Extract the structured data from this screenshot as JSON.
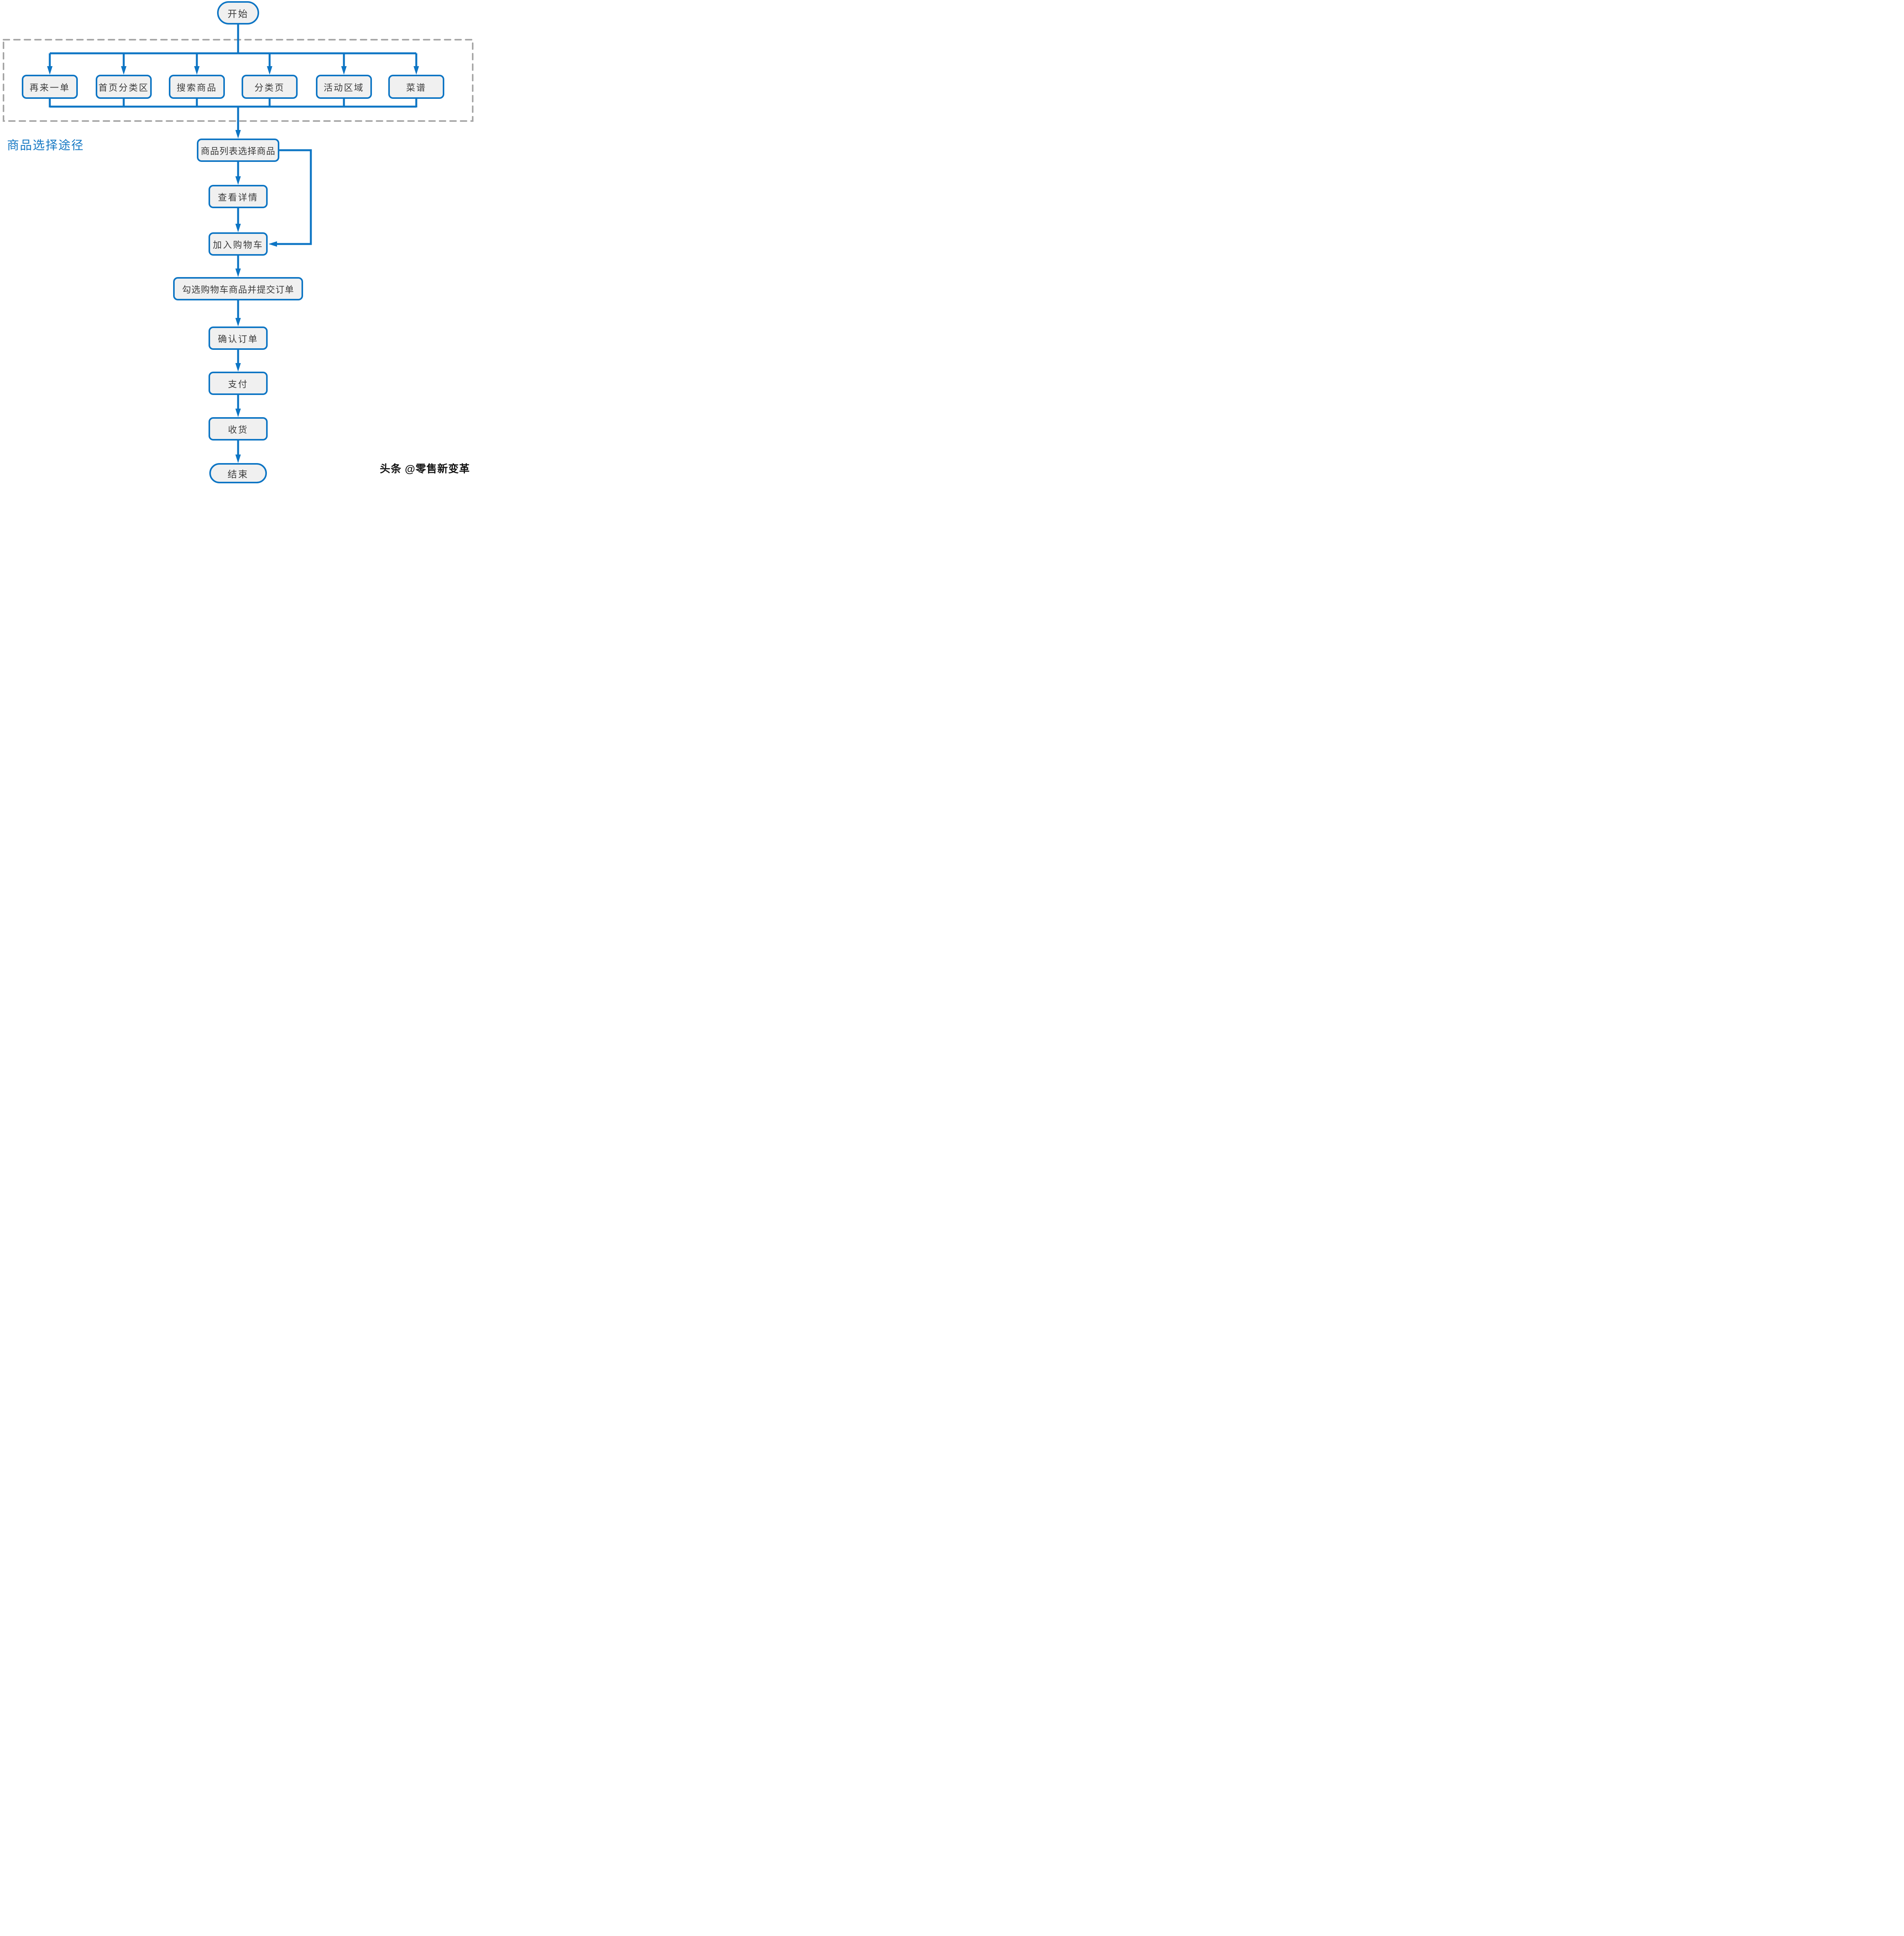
{
  "colors": {
    "line": "#0d75c4",
    "fill": "#f0f0f0",
    "text": "#3c3c3c",
    "dash": "#a6a6a6",
    "label": "#1779c4",
    "watermark": "#141414"
  },
  "flow": {
    "section_label": "商品选择途径",
    "start": "开始",
    "paths": [
      "再来一单",
      "首页分类区",
      "搜索商品",
      "分类页",
      "活动区域",
      "菜谱"
    ],
    "select_product": "商品列表选择商品",
    "view_detail": "查看详情",
    "add_to_cart": "加入购物车",
    "submit_order": "勾选购物车商品并提交订单",
    "confirm_order": "确认订单",
    "pay": "支付",
    "receive": "收货",
    "end": "结束"
  },
  "watermark": "头条 @零售新变革"
}
